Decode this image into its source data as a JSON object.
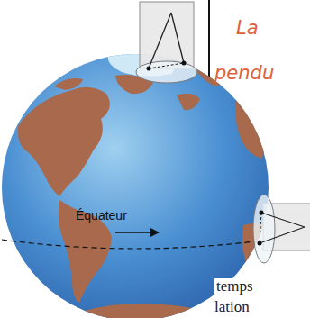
{
  "diagram": {
    "labels": [
      "Équateur",
      "La",
      "pendu",
      "temps",
      "lation"
    ]
  }
}
